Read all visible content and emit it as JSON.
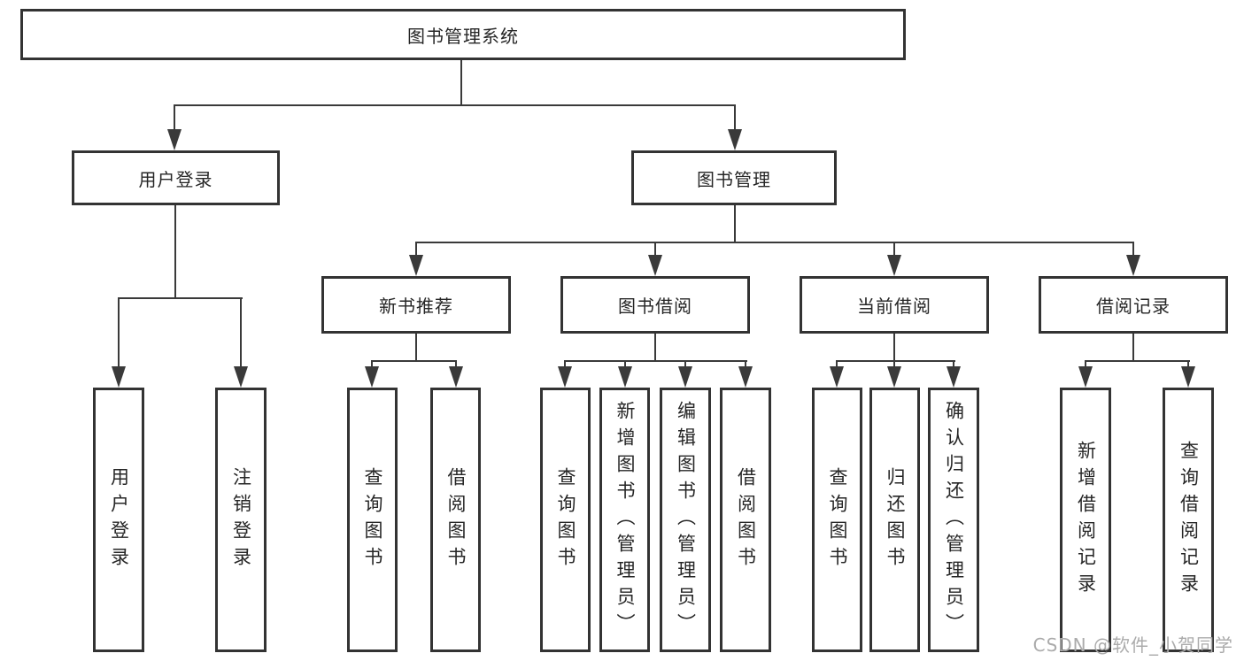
{
  "diagram": {
    "root": "图书管理系统",
    "branches": {
      "user_login": {
        "label": "用户登录",
        "children": [
          "用户登录",
          "注销登录"
        ]
      },
      "book_mgmt": {
        "label": "图书管理",
        "children": [
          {
            "label": "新书推荐",
            "children": [
              "查询图书",
              "借阅图书"
            ]
          },
          {
            "label": "图书借阅",
            "children": [
              "查询图书",
              "新增图书（管理员）",
              "编辑图书（管理员）",
              "借阅图书"
            ]
          },
          {
            "label": "当前借阅",
            "children": [
              "查询图书",
              "归还图书",
              "确认归还（管理员）"
            ]
          },
          {
            "label": "借阅记录",
            "children": [
              "新增借阅记录",
              "查询借阅记录"
            ]
          }
        ]
      }
    },
    "colors": {
      "line": "#3a3a3a",
      "box_border": "#333333",
      "text": "#262626",
      "watermark": "#ababab",
      "background": "#ffffff"
    }
  },
  "watermark": {
    "text": "CSDN @软件_小贺同学"
  }
}
